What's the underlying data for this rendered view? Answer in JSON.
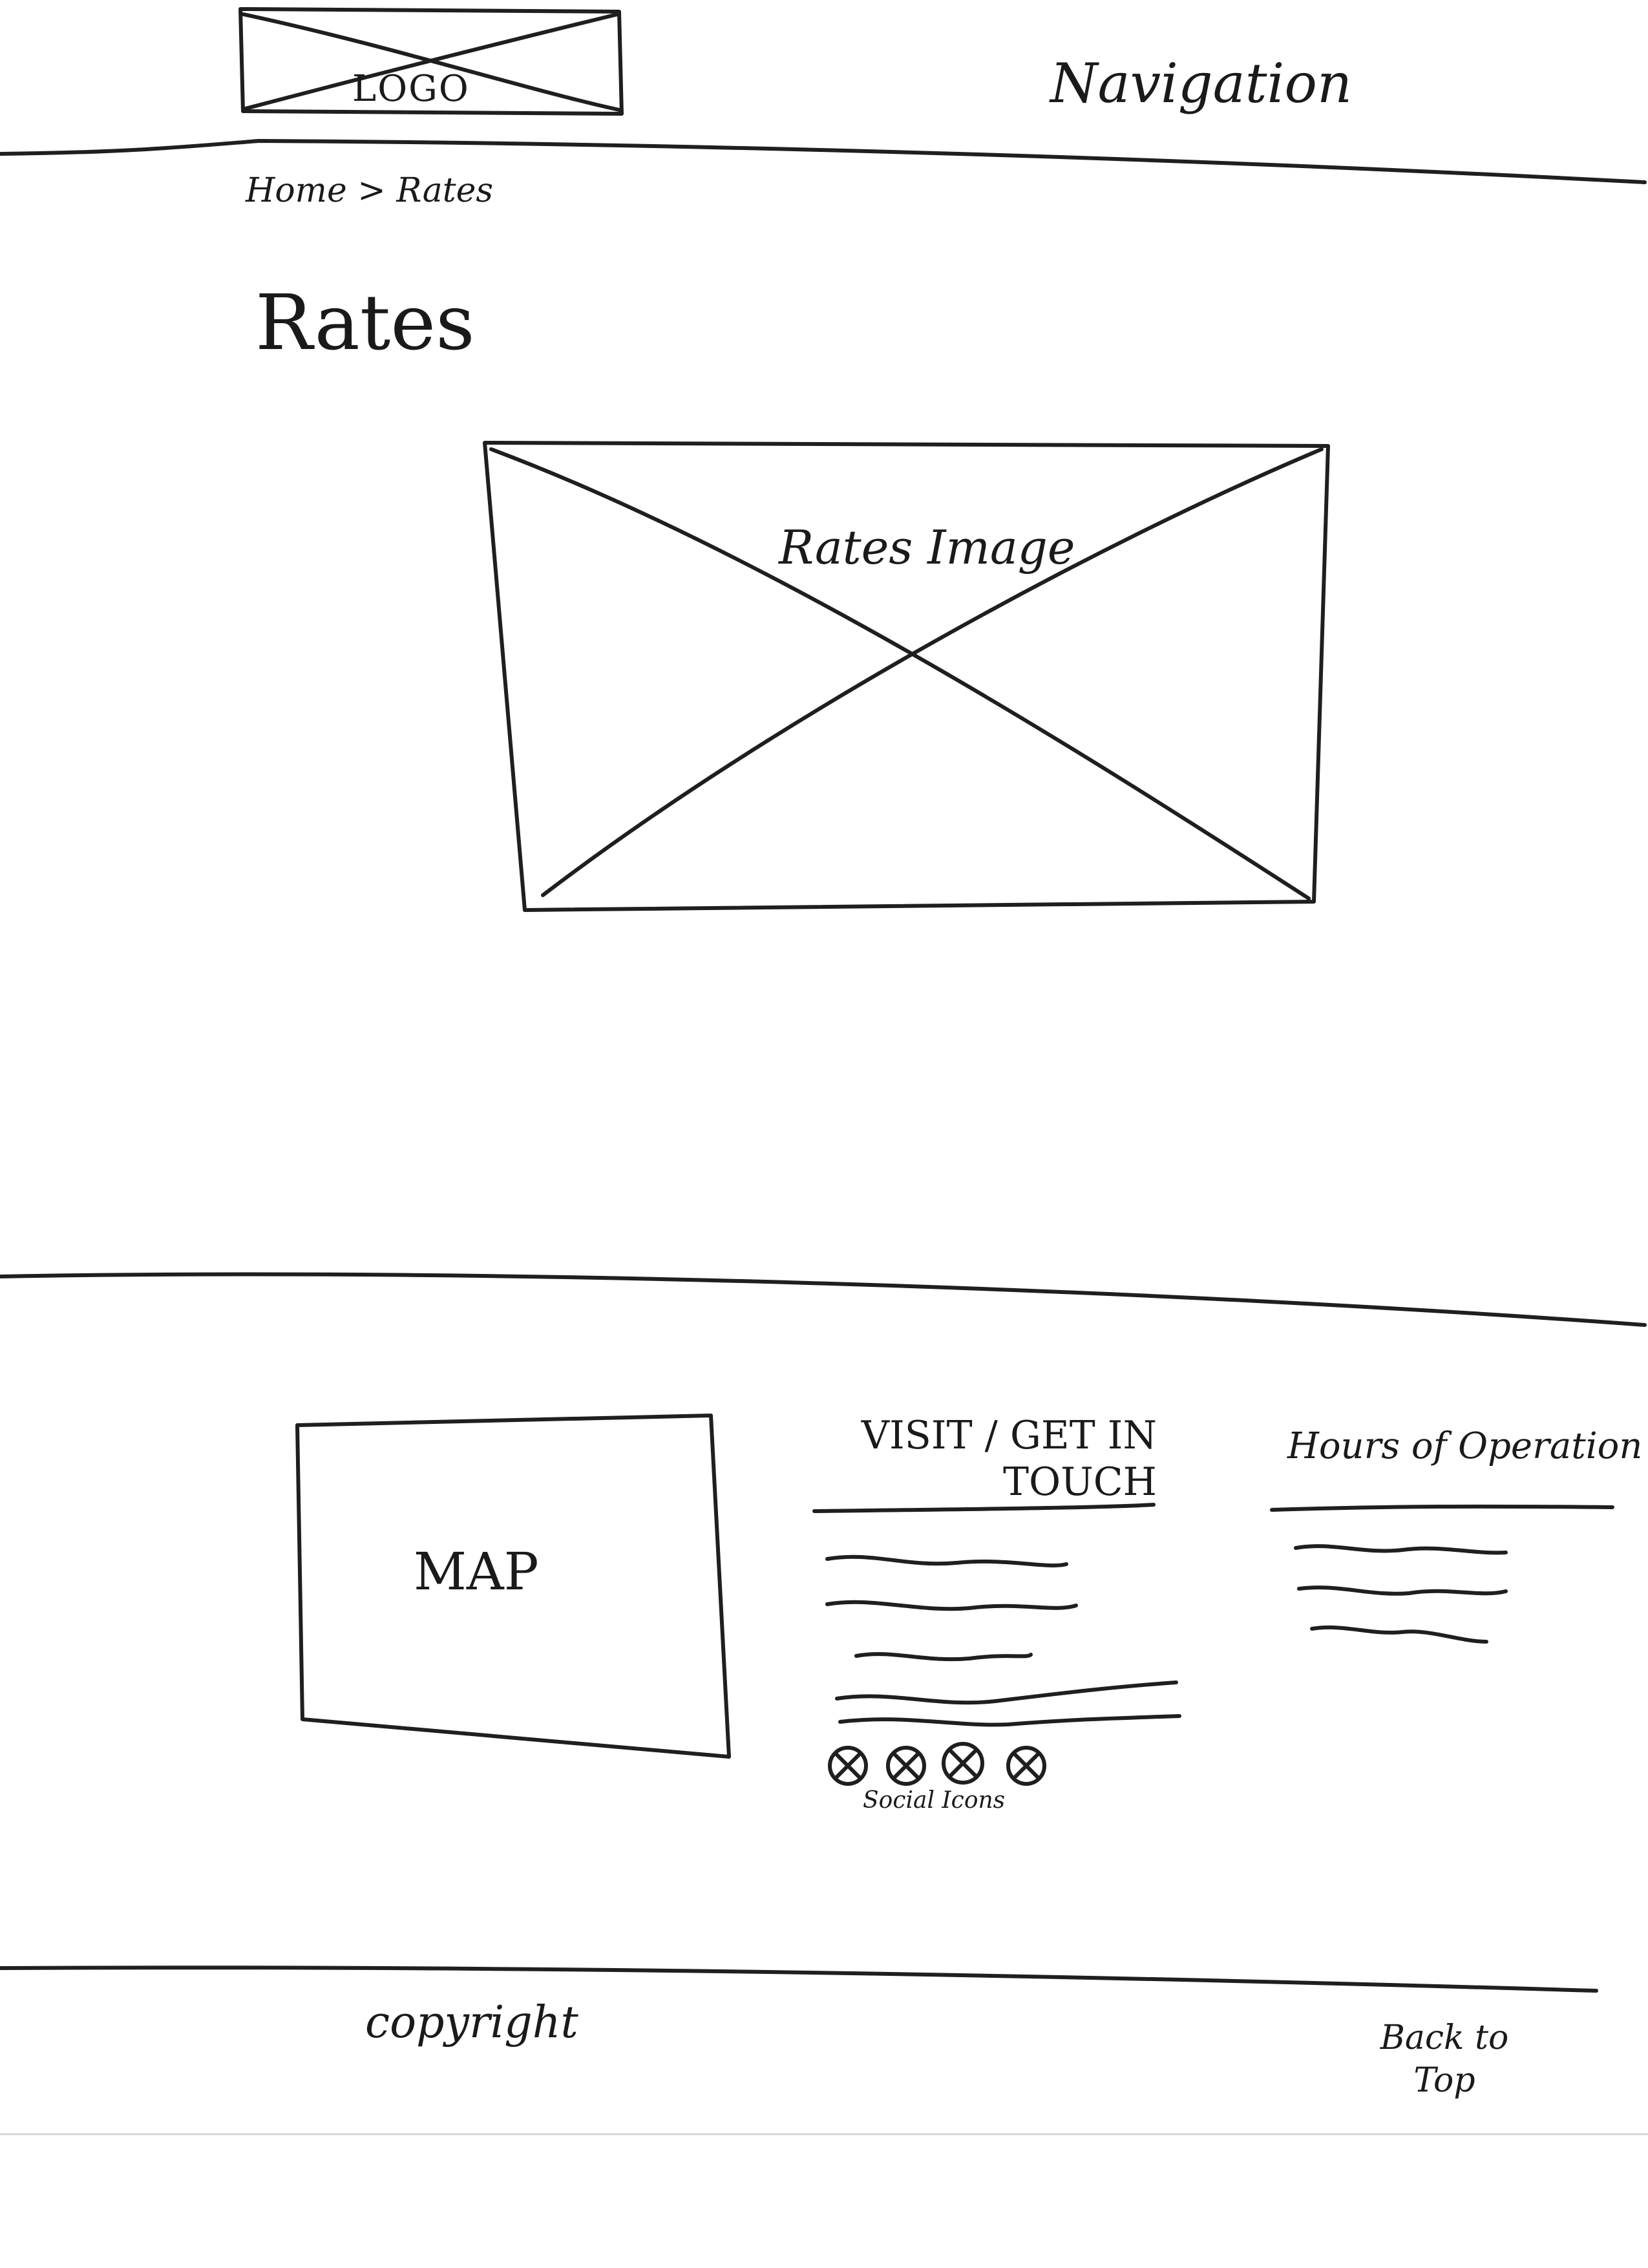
{
  "header": {
    "logo_label": "LOGO",
    "navigation_label": "Navigation"
  },
  "breadcrumb": "Home > Rates",
  "page_title": "Rates",
  "hero": {
    "image_label": "Rates Image"
  },
  "footer_info": {
    "map_label": "MAP",
    "visit_heading": "VISIT / GET IN TOUCH",
    "hours_heading": "Hours of Operation",
    "social_icons": [
      "social-icon-1",
      "social-icon-2",
      "social-icon-3",
      "social-icon-4"
    ],
    "social_label": "Social Icons"
  },
  "footer": {
    "copyright": "copyright",
    "back_to_top": "Back to Top"
  }
}
